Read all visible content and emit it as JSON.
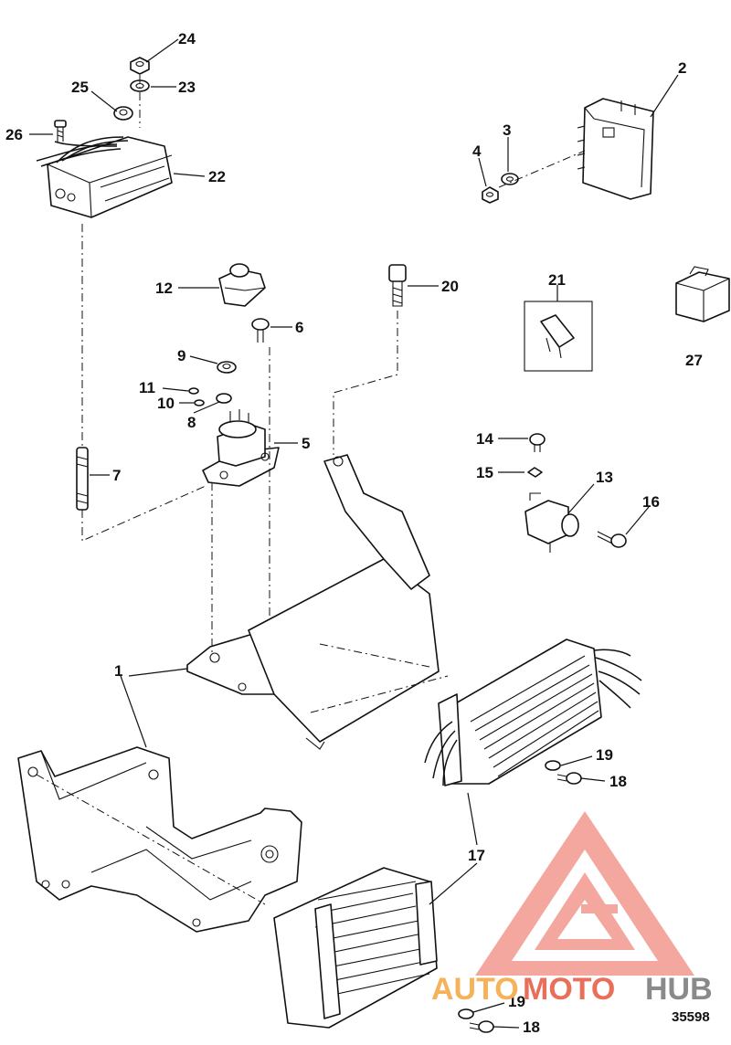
{
  "figure_id": "35598",
  "callouts": {
    "c1": "1",
    "c2": "2",
    "c3": "3",
    "c4": "4",
    "c5": "5",
    "c6": "6",
    "c7": "7",
    "c8": "8",
    "c9": "9",
    "c10": "10",
    "c11": "11",
    "c12": "12",
    "c13": "13",
    "c14": "14",
    "c15": "15",
    "c16": "16",
    "c17": "17",
    "c18a": "18",
    "c18b": "18",
    "c19a": "19",
    "c19b": "19",
    "c20": "20",
    "c21": "21",
    "c22": "22",
    "c23": "23",
    "c24": "24",
    "c25": "25",
    "c26": "26",
    "c27": "27"
  },
  "watermark": {
    "part1": "AUTO",
    "part2": "MOTO",
    "part3": "HUB"
  },
  "colors": {
    "ink": "#111111",
    "watermark_red": "#e8705a",
    "watermark_orange": "#f5b25a",
    "watermark_gray": "#8a8a8a"
  }
}
